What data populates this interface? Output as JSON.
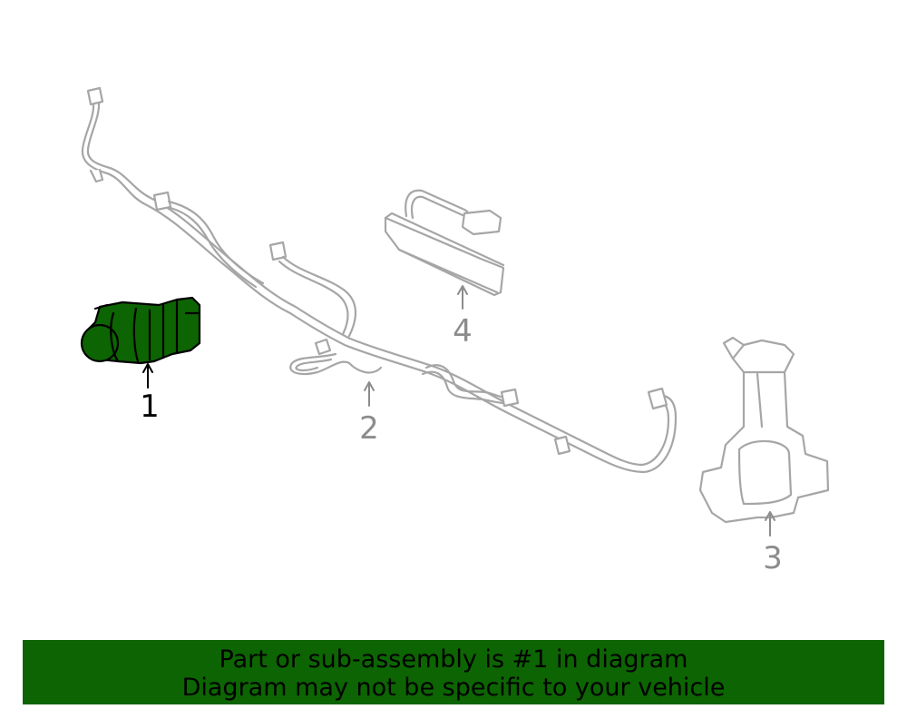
{
  "colors": {
    "highlight_fill": "#0d6402",
    "outline_gray": "#a6a6a6",
    "callout_gray": "#8c8c8c",
    "banner_bg": "#0d6402",
    "text_black": "#000000"
  },
  "callouts": [
    {
      "id": "1",
      "label": "1",
      "highlighted": true
    },
    {
      "id": "2",
      "label": "2",
      "highlighted": false
    },
    {
      "id": "3",
      "label": "3",
      "highlighted": false
    },
    {
      "id": "4",
      "label": "4",
      "highlighted": false
    }
  ],
  "banner": {
    "line1": "Part or sub-assembly is #1 in diagram",
    "line2": "Diagram may not be specific to your vehicle"
  }
}
